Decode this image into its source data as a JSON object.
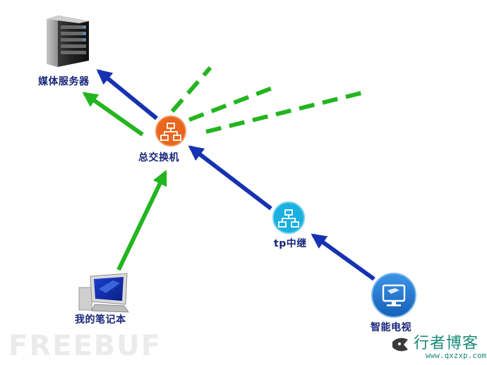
{
  "nodes": {
    "server": {
      "label": "媒体服务器"
    },
    "switch": {
      "label": "总交换机"
    },
    "repeater": {
      "label": "tp中继"
    },
    "laptop": {
      "label": "我的笔记本"
    },
    "tv": {
      "label": "智能电视"
    }
  },
  "watermarks": {
    "left": "FREEBUF",
    "brand": "行者博客",
    "domain": "www.qxzxp.com"
  },
  "colors": {
    "wired_link": "#1632b2",
    "wireless_link": "#23b51f",
    "switch_icon": "#e8661d",
    "repeater_icon": "#1ab0e0",
    "tv_icon": "#1e7bd0",
    "label_text": "#16247a"
  },
  "icons": {
    "server": "server-tower-icon",
    "switch": "network-switch-icon",
    "repeater": "network-repeater-icon",
    "laptop": "computer-monitor-icon",
    "tv": "tv-monitor-icon"
  }
}
